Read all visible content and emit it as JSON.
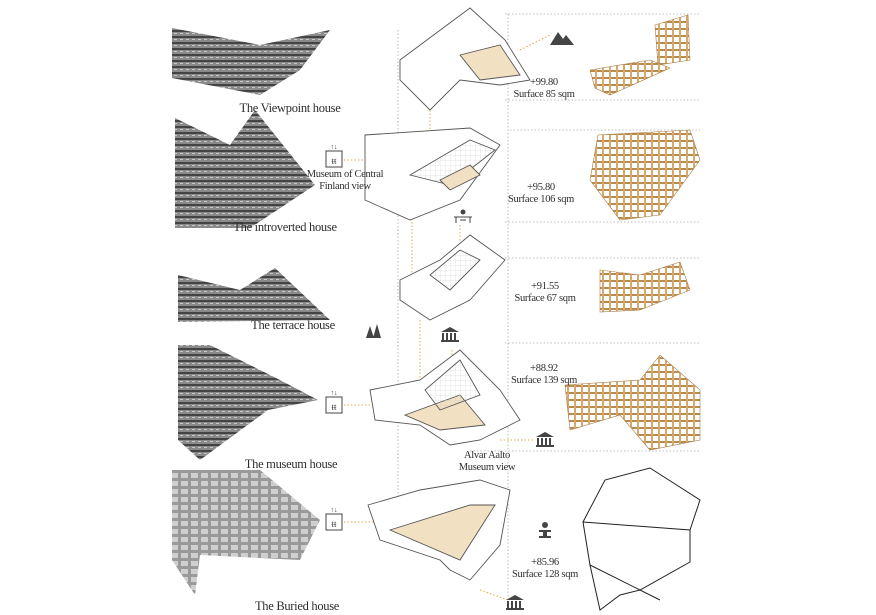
{
  "houses": [
    {
      "name": "The Viewpoint house",
      "elevation": "+99.80",
      "surface": "Surface 85 sqm"
    },
    {
      "name": "The introverted house",
      "elevation": "+95.80",
      "surface": "Surface 106 sqm"
    },
    {
      "name": "The terrace house",
      "elevation": "+91.55",
      "surface": "Surface 67 sqm"
    },
    {
      "name": "The museum house",
      "elevation": "+88.92",
      "surface": "Surface 139 sqm"
    },
    {
      "name": "The Buried house",
      "elevation": "+85.96",
      "surface": "Surface 128 sqm"
    }
  ],
  "views": {
    "central_finland": [
      "Museum of Central",
      "Finland view"
    ],
    "alvar_aalto": [
      "Alvar Aalto",
      "Museum view"
    ]
  },
  "colors": {
    "timber": "#c9a063",
    "accent_line": "#e0a84a",
    "floor": "#f1e0c2",
    "line": "#555555"
  },
  "icons": [
    "mountain-icon",
    "elevator-toilet-icon",
    "seating-icon",
    "trees-icon",
    "museum-icon",
    "fountain-icon"
  ]
}
